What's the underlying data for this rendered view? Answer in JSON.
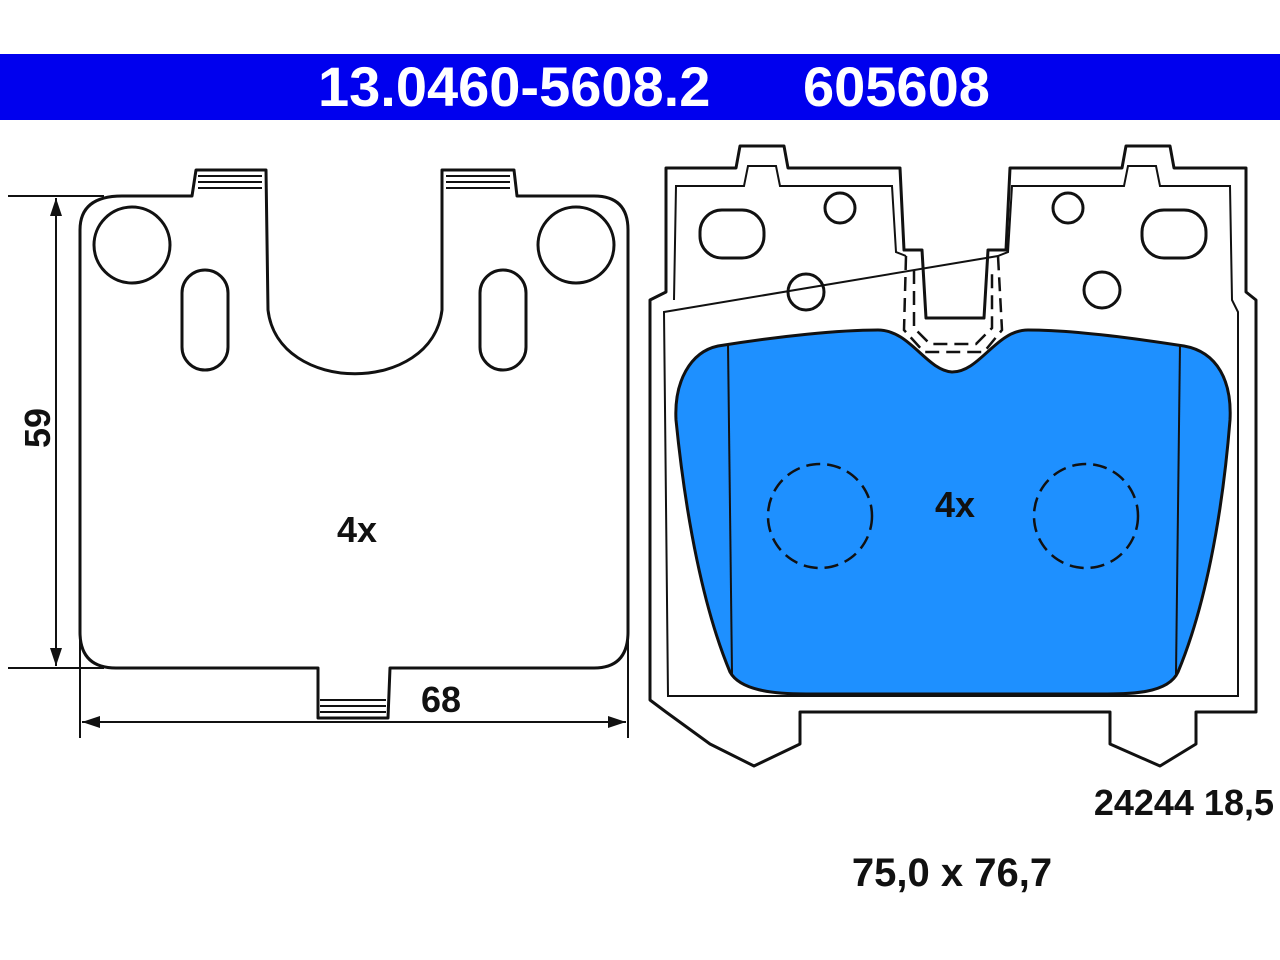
{
  "header": {
    "part_number": "13.0460-5608.2",
    "alt_number": "605608",
    "background_color": "#0000ee",
    "text_color": "#ffffff"
  },
  "left_pad": {
    "quantity": "4x",
    "height_label": "59",
    "width_label": "68"
  },
  "right_pad": {
    "quantity": "4x",
    "friction_color": "#1e90ff"
  },
  "specs": {
    "code_thickness": "24244 18,5",
    "dimensions": "75,0 x 76,7"
  }
}
